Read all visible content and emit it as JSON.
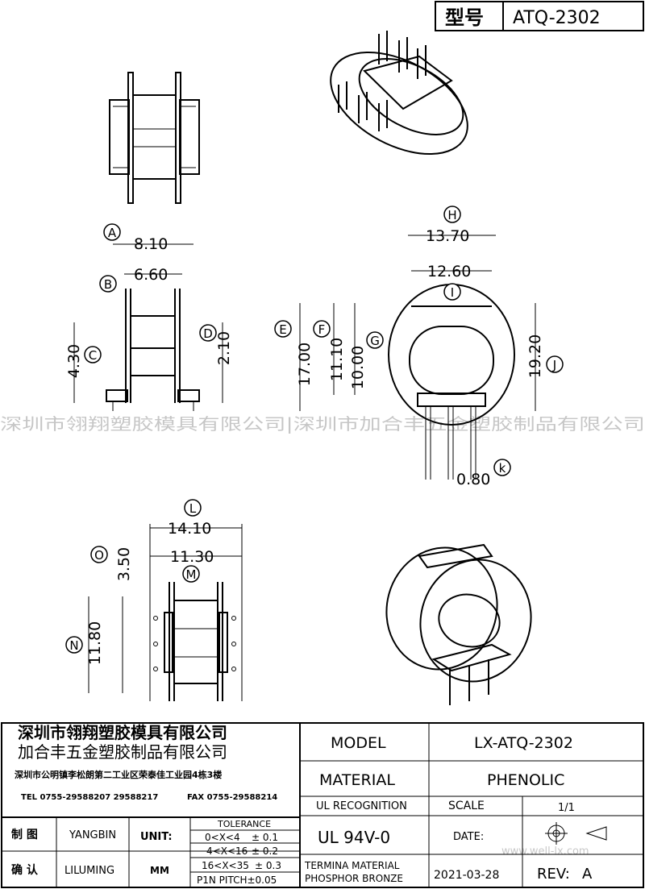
{
  "header": {
    "model_label": "型号",
    "model_value": "ATQ-2302"
  },
  "dimensions": {
    "A": {
      "letter": "A",
      "value": "8.10"
    },
    "B": {
      "letter": "B",
      "value": "6.60"
    },
    "C": {
      "letter": "C",
      "value": "4.30"
    },
    "D": {
      "letter": "D",
      "value": "2.10"
    },
    "E": {
      "letter": "E",
      "value": "17.00"
    },
    "F": {
      "letter": "F",
      "value": "11.10"
    },
    "G": {
      "letter": "G",
      "value": "10.00"
    },
    "H": {
      "letter": "H",
      "value": "13.70"
    },
    "I": {
      "letter": "I",
      "value": "12.60"
    },
    "J": {
      "letter": "J",
      "value": "19.20"
    },
    "K": {
      "letter": "k",
      "value": "0.80"
    },
    "L": {
      "letter": "L",
      "value": "14.10"
    },
    "M": {
      "letter": "M",
      "value": "11.30"
    },
    "N": {
      "letter": "N",
      "value": "11.80"
    },
    "O": {
      "letter": "O",
      "value": "3.50"
    }
  },
  "watermark": "深圳市翎翔塑胶模具有限公司|深圳市加合丰五金塑胶制品有限公司",
  "corner_watermark": "www.well-lx.com",
  "title_block": {
    "company1": "深圳市翎翔塑胶模具有限公司",
    "company2": "加合丰五金塑胶制品有限公司",
    "address": "深圳市公明镇李松朗第二工业区荣泰佳工业园4栋3楼",
    "tel": "TEL 0755-29588207 29588217",
    "fax": "FAX 0755-29588214",
    "model_label": "MODEL",
    "model_value": "LX-ATQ-2302",
    "material_label": "MATERIAL",
    "material_value": "PHENOLIC",
    "ul_label": "UL RECOGNITION",
    "ul_value": "UL 94V-0",
    "scale_label": "SCALE",
    "scale_value": "1/1",
    "drawn_label": "制 图",
    "drawn_value": "YANGBIN",
    "checked_label": "确 认",
    "checked_value": "LILUMING",
    "unit_label": "UNIT:",
    "unit_value": "MM",
    "tolerance_label": "TOLERANCE",
    "tol1_range": "0<X<4",
    "tol1_value": "± 0.1",
    "tol2_range": "4<X<16",
    "tol2_value": "± 0.2",
    "tol3_range": "16<X<35",
    "tol3_value": "± 0.3",
    "pin_pitch": "P1N PITCH±0.05",
    "date_label": "DATE:",
    "date_value": "2021-03-28",
    "terminal_label": "TERMINA MATERIAL",
    "terminal_value": "PHOSPHOR BRONZE",
    "rev_label": "REV:",
    "rev_value": "A"
  }
}
